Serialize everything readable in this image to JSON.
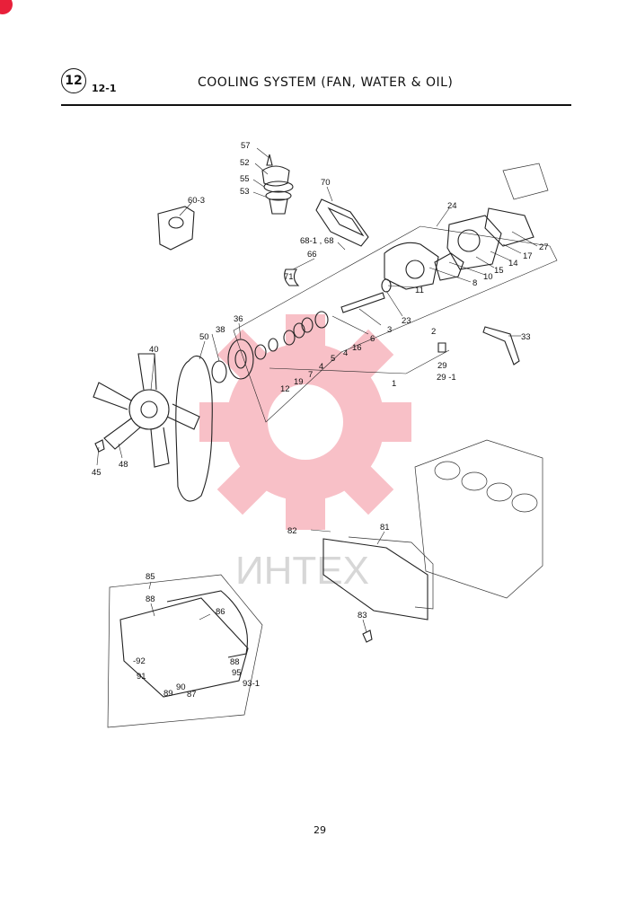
{
  "header": {
    "section_number": "12",
    "section_sub": "12-1",
    "title": "COOLING SYSTEM (FAN, WATER & OIL)"
  },
  "watermark": {
    "text": "ИНТЕХ",
    "color": "#e8203a"
  },
  "page_number": "29",
  "callouts": {
    "c57": "57",
    "c52": "52",
    "c55": "55",
    "c53": "53",
    "c603": "60-3",
    "c70": "70",
    "c681": "68-1 , 68",
    "c66": "66",
    "c71": "71",
    "c24": "24",
    "c27": "27",
    "c17": "17",
    "c14": "14",
    "c15": "15",
    "c10": "10",
    "c8": "8",
    "c11": "11",
    "c23": "23",
    "c2": "2",
    "c3": "3",
    "c6": "6",
    "c16": "16",
    "c4a": "4",
    "c5": "5",
    "c4b": "4",
    "c7": "7",
    "c19": "19",
    "c12": "12",
    "c1": "1",
    "c36": "36",
    "c38": "38",
    "c50": "50",
    "c40": "40",
    "c33": "33",
    "c29": "29",
    "c291": "29 -1",
    "c45": "45",
    "c48": "48",
    "c82": "82",
    "c81": "81",
    "c83": "83",
    "c85": "85",
    "c88a": "88",
    "c86": "86",
    "c92": "-92",
    "c91": "91",
    "c88b": "88",
    "c95": "95",
    "c931": "93-1",
    "c89": "89",
    "c90": "90",
    "c87": "87"
  }
}
